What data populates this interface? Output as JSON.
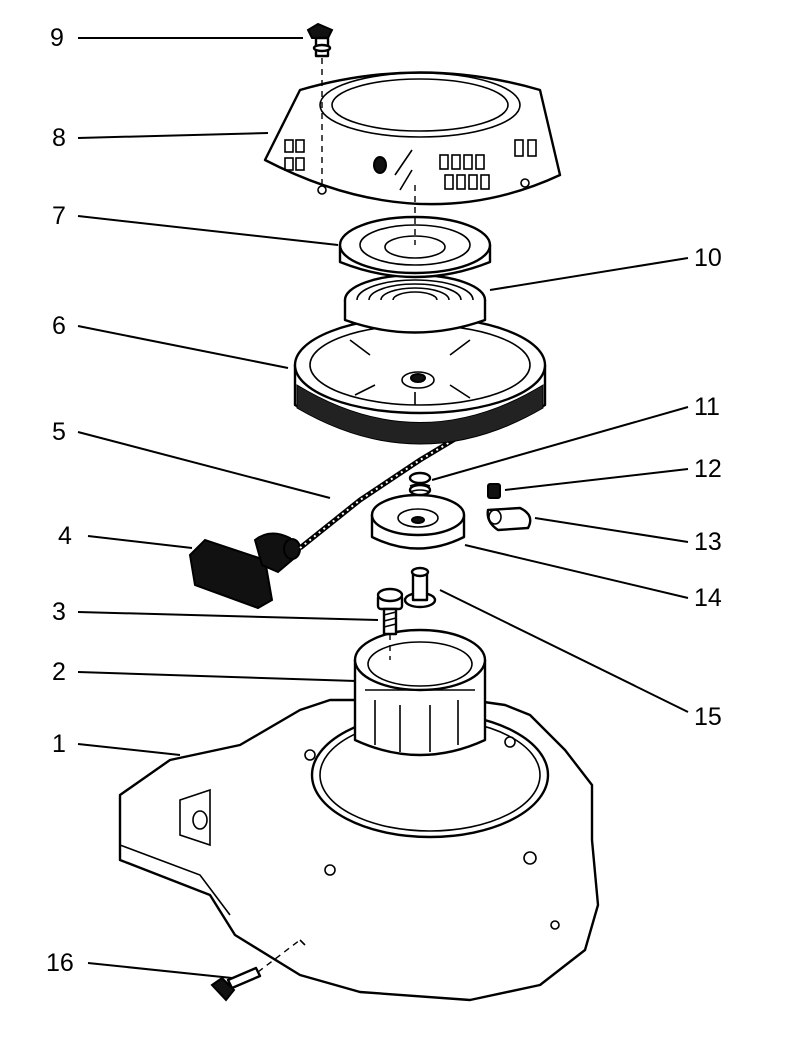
{
  "diagram": {
    "callouts": [
      {
        "id": "1",
        "label": "1"
      },
      {
        "id": "2",
        "label": "2"
      },
      {
        "id": "3",
        "label": "3"
      },
      {
        "id": "4",
        "label": "4"
      },
      {
        "id": "5",
        "label": "5"
      },
      {
        "id": "6",
        "label": "6"
      },
      {
        "id": "7",
        "label": "7"
      },
      {
        "id": "8",
        "label": "8"
      },
      {
        "id": "9",
        "label": "9"
      },
      {
        "id": "10",
        "label": "10"
      },
      {
        "id": "11",
        "label": "11"
      },
      {
        "id": "12",
        "label": "12"
      },
      {
        "id": "13",
        "label": "13"
      },
      {
        "id": "14",
        "label": "14"
      },
      {
        "id": "15",
        "label": "15"
      },
      {
        "id": "16",
        "label": "16"
      }
    ]
  }
}
